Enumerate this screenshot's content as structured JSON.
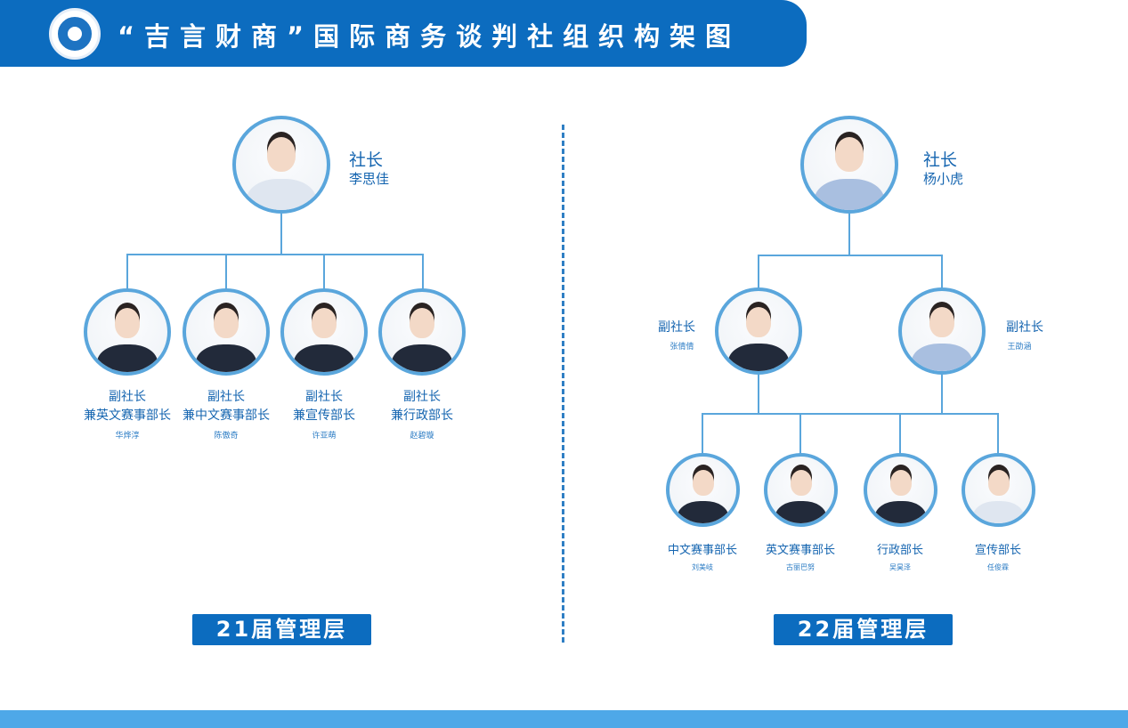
{
  "header": {
    "title": "“吉言财商”国际商务谈判社组织构架图",
    "logo_icon": "club-logo"
  },
  "left": {
    "president": {
      "role": "社长",
      "name": "李思佳"
    },
    "members": [
      {
        "role1": "副社长",
        "role2": "兼英文赛事部长",
        "name": "华烨淳"
      },
      {
        "role1": "副社长",
        "role2": "兼中文赛事部长",
        "name": "陈傲奇"
      },
      {
        "role1": "副社长",
        "role2": "兼宣传部长",
        "name": "许亚萌"
      },
      {
        "role1": "副社长",
        "role2": "兼行政部长",
        "name": "赵碧璇"
      }
    ],
    "badge": "21届管理层"
  },
  "right": {
    "president": {
      "role": "社长",
      "name": "杨小虎"
    },
    "vps": [
      {
        "role": "副社长",
        "name": "张倩倩"
      },
      {
        "role": "副社长",
        "name": "王劭涵"
      }
    ],
    "members": [
      {
        "role": "中文赛事部长",
        "name": "刘美岐"
      },
      {
        "role": "英文赛事部长",
        "name": "古丽巴努"
      },
      {
        "role": "行政部长",
        "name": "吴昊泽"
      },
      {
        "role": "宣传部长",
        "name": "任俊霖"
      }
    ],
    "badge": "22届管理层"
  },
  "colors": {
    "primary": "#0c6cbf",
    "line": "#5aa6dc",
    "footer": "#4ea8e8"
  }
}
